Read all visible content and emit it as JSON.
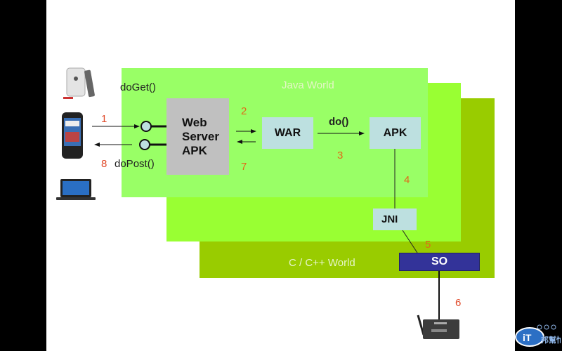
{
  "layers": {
    "java_world": {
      "label": "Java World",
      "color": "#99ff66"
    },
    "middle": {
      "color": "#99ff33"
    },
    "c_world": {
      "label": "C / C++ World",
      "color": "#99cc00"
    }
  },
  "nodes": {
    "web_server": {
      "lines": [
        "Web",
        "Server",
        "APK"
      ]
    },
    "war": {
      "label": "WAR"
    },
    "apk": {
      "label": "APK"
    },
    "jni": {
      "label": "JNI"
    },
    "so": {
      "label": "SO"
    }
  },
  "methods": {
    "do_get": "doGet()",
    "do_post": "doPost()",
    "do": "do()"
  },
  "steps": [
    "1",
    "2",
    "3",
    "4",
    "5",
    "6",
    "7",
    "8"
  ],
  "devices": [
    "iphone",
    "android-phone",
    "laptop",
    "wireless-gateway"
  ],
  "watermark": {
    "text1": "iT",
    "text2": "邦幫忙"
  }
}
